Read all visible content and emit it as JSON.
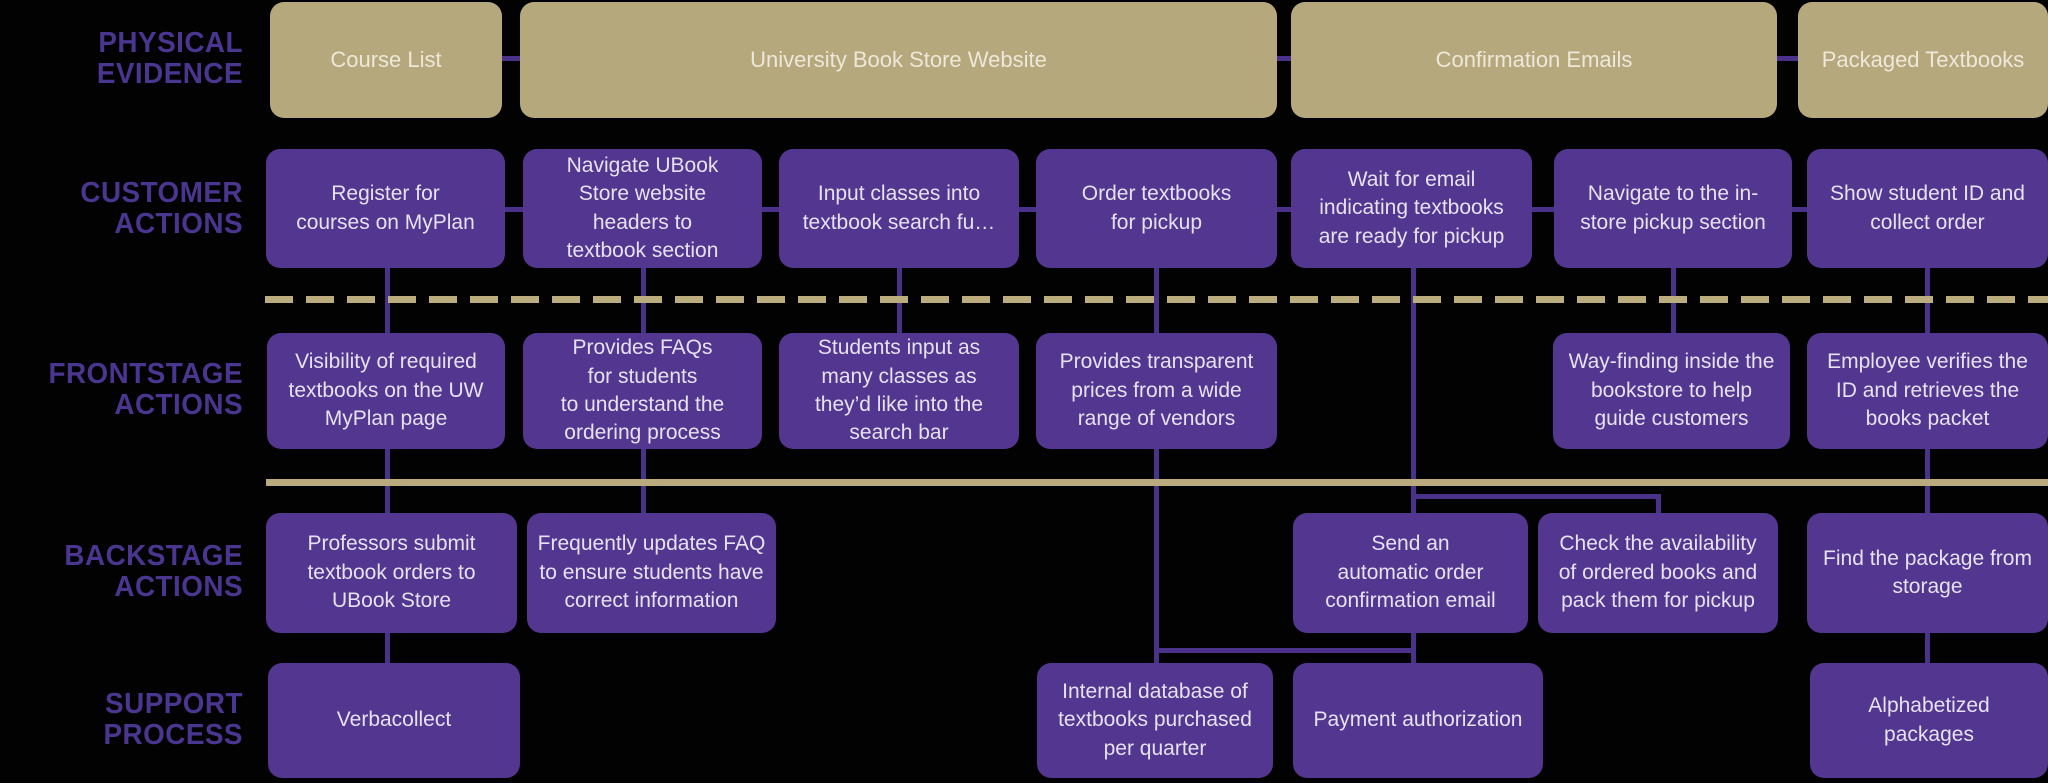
{
  "colors": {
    "background": "#020202",
    "evidence_box": "#b5a87c",
    "action_box": "#533690",
    "row_label_text": "#4a3690",
    "connector_line": "#4a318a",
    "line_of_interaction": "#bcad7f",
    "line_of_visibility": "#b9ab7e",
    "evidence_text": "#ede8d9",
    "action_text": "#e6e1ef"
  },
  "row_labels": [
    {
      "text": "PHYSICAL\nEVIDENCE"
    },
    {
      "text": "CUSTOMER\nACTIONS"
    },
    {
      "text": "FRONTSTAGE\nACTIONS"
    },
    {
      "text": "BACKSTAGE\nACTIONS"
    },
    {
      "text": "SUPPORT\nPROCESS"
    }
  ],
  "physical_evidence": [
    "Course List",
    "University Book Store Website",
    "Confirmation Emails",
    "Packaged Textbooks"
  ],
  "customer_actions": [
    "Register for\ncourses on MyPlan",
    "Navigate UBook\nStore website\nheaders to\ntextbook section",
    "Input classes into\ntextbook search fu…",
    "Order textbooks\nfor pickup",
    "Wait for email\nindicating textbooks\nare ready for pickup",
    "Navigate to the in-\nstore pickup section",
    "Show student ID and\ncollect order"
  ],
  "frontstage_actions": [
    "Visibility of required\ntextbooks on the UW\nMyPlan page",
    "Provides FAQs\nfor students\nto understand the\nordering process",
    "Students input as\nmany classes as\nthey’d like into the\nsearch bar",
    "Provides transparent\nprices from a wide\nrange of vendors",
    "Way-finding inside the\nbookstore to help\nguide customers",
    "Employee verifies the\nID and retrieves the\nbooks packet"
  ],
  "backstage_actions": [
    "Professors submit\ntextbook orders to\nUBook Store",
    "Frequently updates FAQ\nto ensure students have\ncorrect information",
    "Send an\nautomatic order\nconfirmation email",
    "Check the availability\nof ordered books and\npack them for pickup",
    "Find the package from\nstorage"
  ],
  "support_process": [
    "Verbacollect",
    "Internal database of\ntextbooks purchased\nper quarter",
    "Payment authorization",
    "Alphabetized\npackages"
  ]
}
